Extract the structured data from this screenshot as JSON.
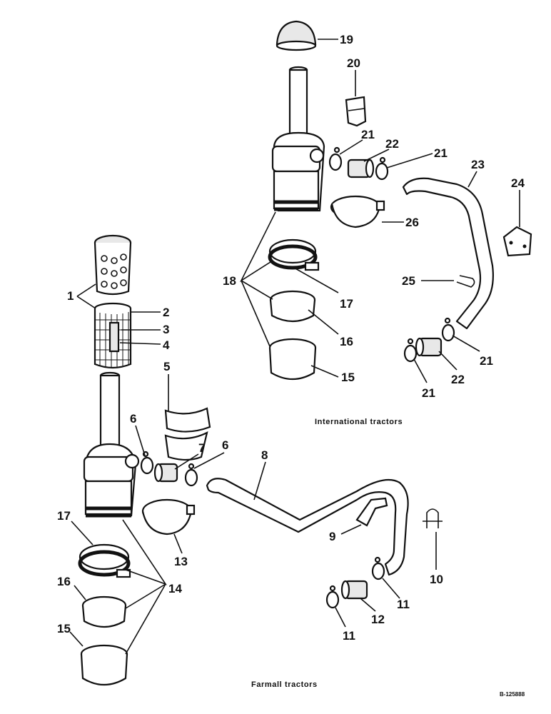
{
  "captions": {
    "international": "International tractors",
    "farmall": "Farmall tractors",
    "reference": "B-125888"
  },
  "callouts": {
    "c1": "1",
    "c2": "2",
    "c3": "3",
    "c4": "4",
    "c5": "5",
    "c6a": "6",
    "c6b": "6",
    "c7": "7",
    "c8": "8",
    "c9": "9",
    "c10": "10",
    "c11a": "11",
    "c11b": "11",
    "c12": "12",
    "c13": "13",
    "c14": "14",
    "c15a": "15",
    "c15b": "15",
    "c16a": "16",
    "c16b": "16",
    "c17a": "17",
    "c17b": "17",
    "c18": "18",
    "c19": "19",
    "c20": "20",
    "c21a": "21",
    "c21b": "21",
    "c21c": "21",
    "c21d": "21",
    "c22a": "22",
    "c22b": "22",
    "c23": "23",
    "c24": "24",
    "c25": "25",
    "c26": "26"
  }
}
